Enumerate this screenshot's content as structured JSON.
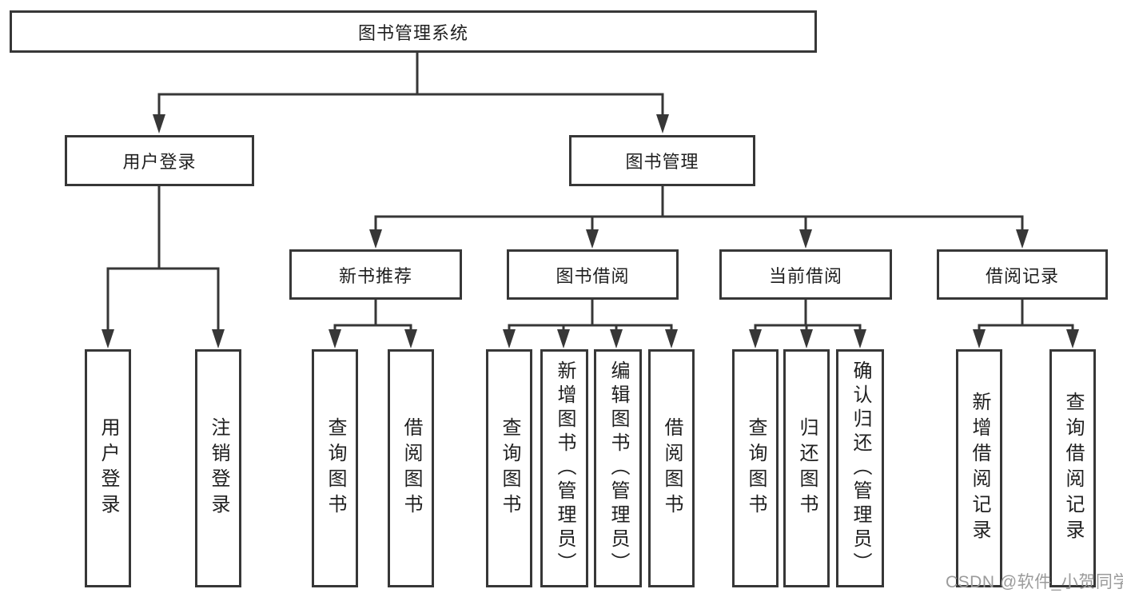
{
  "diagram_title": "图书管理系统",
  "tree": {
    "root": {
      "label": "图书管理系统"
    },
    "branches": [
      {
        "label": "用户登录",
        "children": [
          {
            "label": "用户登录"
          },
          {
            "label": "注销登录"
          }
        ]
      },
      {
        "label": "图书管理",
        "children": [
          {
            "label": "新书推荐",
            "children": [
              {
                "label": "查询图书"
              },
              {
                "label": "借阅图书"
              }
            ]
          },
          {
            "label": "图书借阅",
            "children": [
              {
                "label": "查询图书"
              },
              {
                "label": "新增图书（管理员）"
              },
              {
                "label": "编辑图书（管理员）"
              },
              {
                "label": "借阅图书"
              }
            ]
          },
          {
            "label": "当前借阅",
            "children": [
              {
                "label": "查询图书"
              },
              {
                "label": "归还图书"
              },
              {
                "label": "确认归还（管理员）"
              }
            ]
          },
          {
            "label": "借阅记录",
            "children": [
              {
                "label": "新增借阅记录"
              },
              {
                "label": "查询借阅记录"
              }
            ]
          }
        ]
      }
    ]
  },
  "watermark": {
    "text": "CSDN @软件_小贺同学"
  },
  "colors": {
    "line": "#373737",
    "box_border": "#373737",
    "box_fill": "#ffffff",
    "text": "#1f1f1f",
    "watermark": "#9b9b9b",
    "background": "#ffffff"
  }
}
